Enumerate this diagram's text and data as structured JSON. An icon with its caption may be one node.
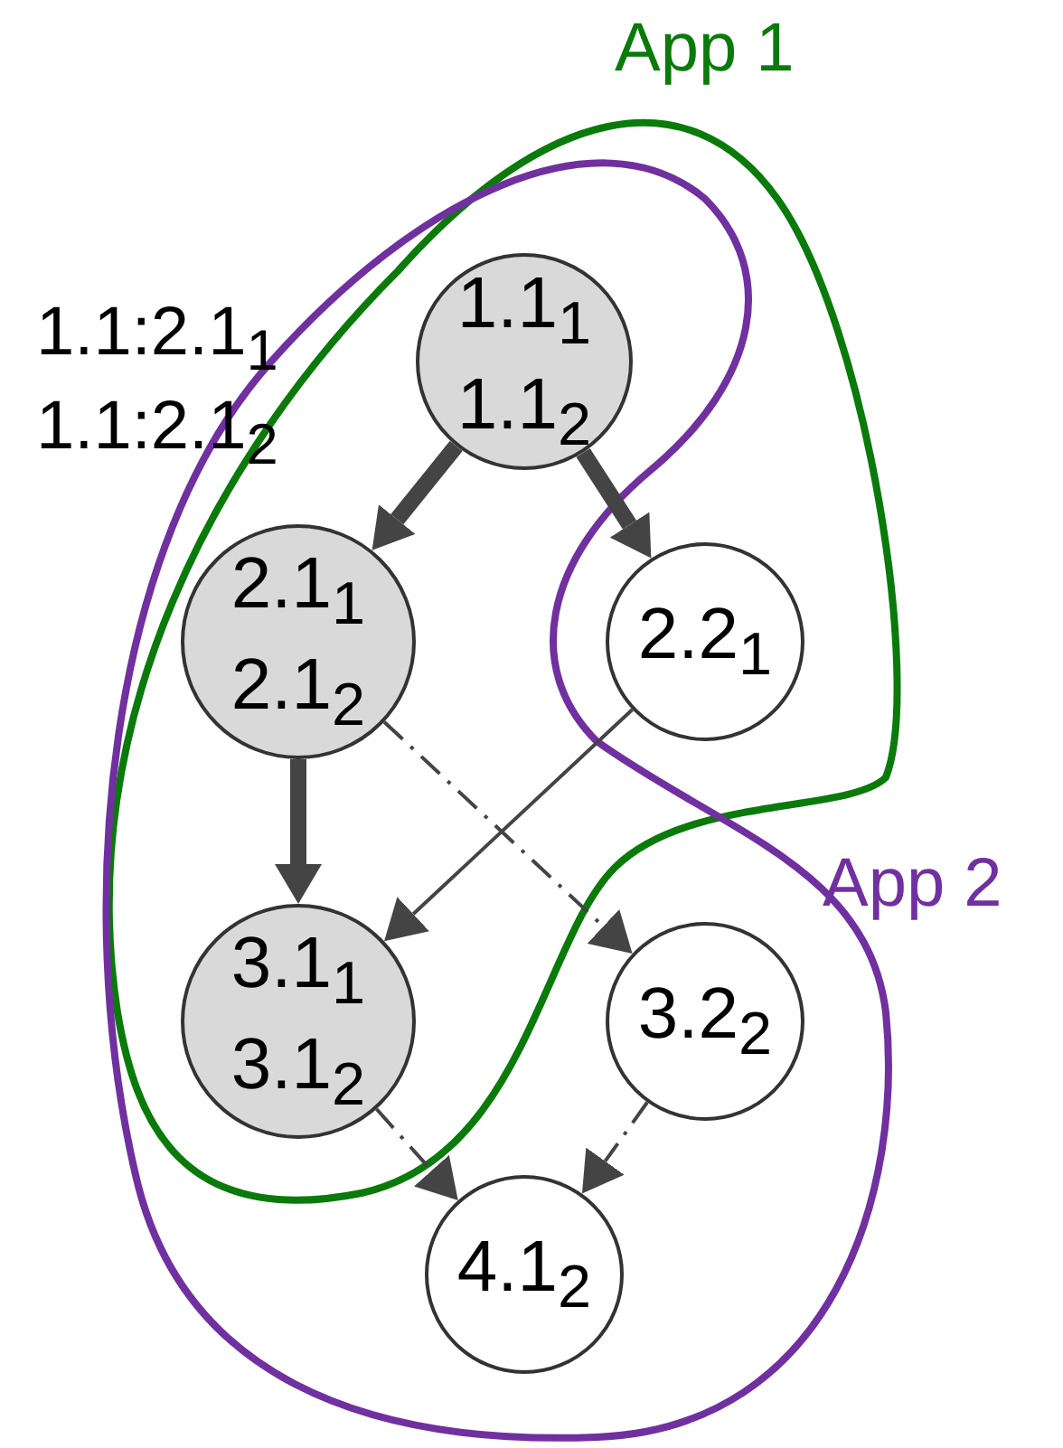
{
  "diagram": {
    "nodes": [
      {
        "text": [
          "1.1$_{1}$",
          "1.1$_{2}$"
        ]
      },
      {
        "text": [
          "2.1$_{1}$",
          "2.1$_{2}$"
        ]
      },
      {
        "text": [
          "2.2$_{1}$"
        ]
      },
      {
        "text": [
          "3.1$_{1}$",
          "3.1$_{2}$"
        ]
      },
      {
        "text": [
          "3.2$_{2}$"
        ]
      },
      {
        "text": [
          "4.1$_{2}$"
        ]
      }
    ],
    "edges": [
      {
        "from": 0,
        "to": 1,
        "arrow": "to",
        "style": "thick"
      },
      {
        "from": 0,
        "to": 2,
        "arrow": "to",
        "style": "thick"
      },
      {
        "from": 1,
        "to": 3,
        "arrow": "to",
        "style": "thick"
      },
      {
        "from": 1,
        "to": 4,
        "arrow": "to",
        "style": "dashed"
      },
      {
        "from": 2,
        "to": 3,
        "arrow": "to"
      },
      {
        "from": 3,
        "to": 5,
        "arrow": "to",
        "style": "dashed"
      },
      {
        "from": 4,
        "to": 5,
        "arrow": "to",
        "style": "dashed"
      }
    ],
    "labels": [
      "App 1",
      "1.1:2.1$_{1}$",
      "1.1:2.1$_{2}$",
      "App 2"
    ]
  }
}
